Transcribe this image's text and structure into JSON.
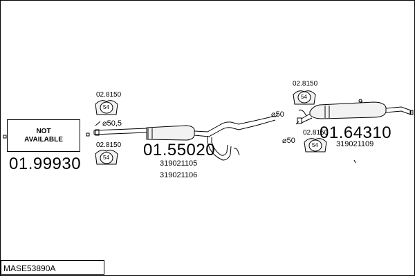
{
  "diagram_code": "MASE53890A",
  "not_available": {
    "line1": "NOT",
    "line2": "AVAILABLE",
    "part_number": "01.99930"
  },
  "mid_section": {
    "part_number": "01.55020",
    "oem_refs": [
      "319021105",
      "319021106"
    ],
    "pipe_diameter": "⌀50,5",
    "clamps": [
      {
        "ref": "02.8150",
        "size": "54"
      },
      {
        "ref": "02.8150",
        "size": "54"
      }
    ]
  },
  "rear_section": {
    "part_number": "01.64310",
    "oem_ref": "319021109",
    "pipe_diameter_1": "⌀50",
    "pipe_diameter_2": "⌀50",
    "clamps": [
      {
        "ref": "02.8150",
        "size": "54"
      },
      {
        "ref": "02.8150",
        "size": "54"
      }
    ]
  }
}
